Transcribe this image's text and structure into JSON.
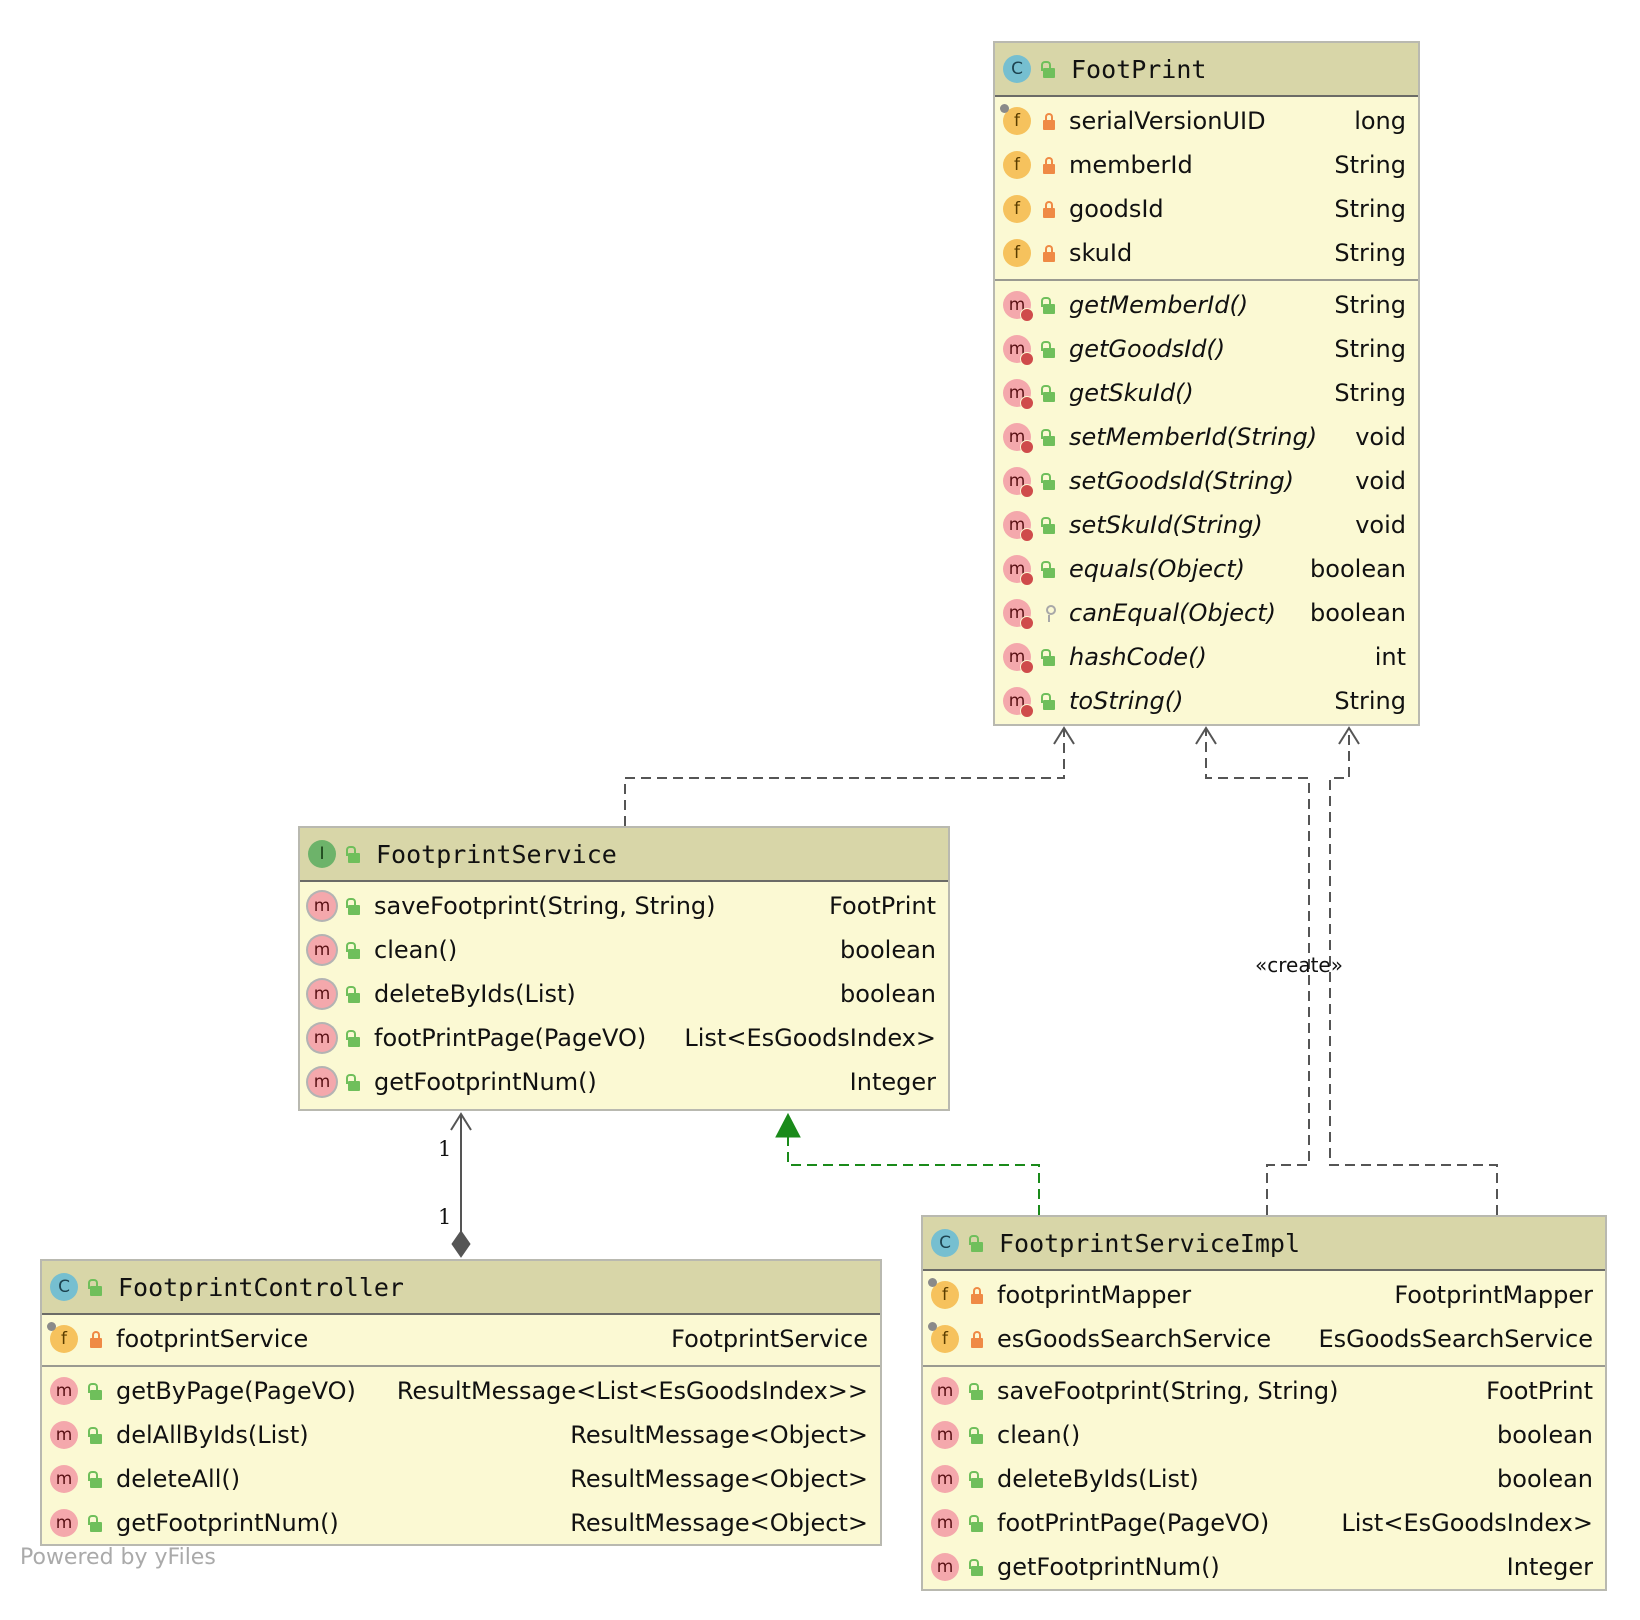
{
  "classes": {
    "footprint": {
      "kind": "C",
      "title": "FootPrint",
      "fields": [
        {
          "name": "serialVersionUID",
          "type": "long"
        },
        {
          "name": "memberId",
          "type": "String"
        },
        {
          "name": "goodsId",
          "type": "String"
        },
        {
          "name": "skuId",
          "type": "String"
        }
      ],
      "methods": [
        {
          "name": "getMemberId()",
          "type": "String"
        },
        {
          "name": "getGoodsId()",
          "type": "String"
        },
        {
          "name": "getSkuId()",
          "type": "String"
        },
        {
          "name": "setMemberId(String)",
          "type": "void"
        },
        {
          "name": "setGoodsId(String)",
          "type": "void"
        },
        {
          "name": "setSkuId(String)",
          "type": "void"
        },
        {
          "name": "equals(Object)",
          "type": "boolean"
        },
        {
          "name": "canEqual(Object)",
          "type": "boolean"
        },
        {
          "name": "hashCode()",
          "type": "int"
        },
        {
          "name": "toString()",
          "type": "String"
        }
      ]
    },
    "service": {
      "kind": "I",
      "title": "FootprintService",
      "methods": [
        {
          "name": "saveFootprint(String, String)",
          "type": "FootPrint"
        },
        {
          "name": "clean()",
          "type": "boolean"
        },
        {
          "name": "deleteByIds(List)",
          "type": "boolean"
        },
        {
          "name": "footPrintPage(PageVO)",
          "type": "List<EsGoodsIndex>"
        },
        {
          "name": "getFootprintNum()",
          "type": "Integer"
        }
      ]
    },
    "controller": {
      "kind": "C",
      "title": "FootprintController",
      "fields": [
        {
          "name": "footprintService",
          "type": "FootprintService"
        }
      ],
      "methods": [
        {
          "name": "getByPage(PageVO)",
          "type": "ResultMessage<List<EsGoodsIndex>>"
        },
        {
          "name": "delAllByIds(List)",
          "type": "ResultMessage<Object>"
        },
        {
          "name": "deleteAll()",
          "type": "ResultMessage<Object>"
        },
        {
          "name": "getFootprintNum()",
          "type": "ResultMessage<Object>"
        }
      ]
    },
    "impl": {
      "kind": "C",
      "title": "FootprintServiceImpl",
      "fields": [
        {
          "name": "footprintMapper",
          "type": "FootprintMapper"
        },
        {
          "name": "esGoodsSearchService",
          "type": "EsGoodsSearchService"
        }
      ],
      "methods": [
        {
          "name": "saveFootprint(String, String)",
          "type": "FootPrint"
        },
        {
          "name": "clean()",
          "type": "boolean"
        },
        {
          "name": "deleteByIds(List)",
          "type": "boolean"
        },
        {
          "name": "footPrintPage(PageVO)",
          "type": "List<EsGoodsIndex>"
        },
        {
          "name": "getFootprintNum()",
          "type": "Integer"
        }
      ]
    }
  },
  "edges": {
    "create_label": "«create»",
    "multiplicity_top": "1",
    "multiplicity_bottom": "1"
  },
  "icons": {
    "class": "class-icon",
    "interface": "interface-icon",
    "field": "field-icon",
    "method": "method-icon",
    "public": "public-lock-icon",
    "private": "private-lock-icon",
    "protected": "protected-key-icon"
  },
  "colors": {
    "node_body": "#fbf9d3",
    "node_header": "#d8d6a8",
    "dependency_line": "#555555",
    "realization_line": "#1a8a1a"
  },
  "watermark": "Powered by yFiles"
}
